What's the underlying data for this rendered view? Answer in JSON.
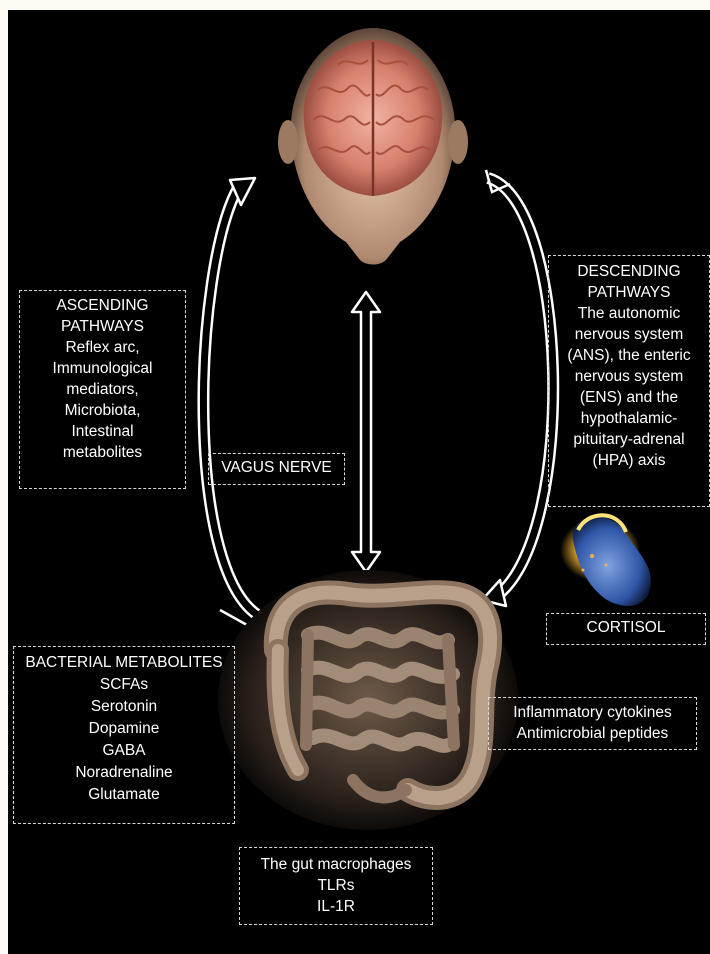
{
  "ascending": {
    "title_lines": [
      "ASCENDING",
      "PATHWAYS"
    ],
    "lines": [
      "Reflex arc,",
      "Immunological",
      "mediators,",
      "Microbiota,",
      "Intestinal",
      "metabolites"
    ]
  },
  "vagus": {
    "label": "VAGUS NERVE"
  },
  "descending": {
    "title_lines": [
      "DESCENDING",
      "PATHWAYS"
    ],
    "lines": [
      "The autonomic",
      "nervous system",
      "(ANS), the enteric",
      "nervous system",
      "(ENS) and the",
      "hypothalamic-",
      "pituitary-adrenal",
      "(HPA) axis"
    ]
  },
  "cortisol": {
    "label": "CORTISOL"
  },
  "bacterial": {
    "title": "BACTERIAL METABOLITES",
    "items": [
      "SCFAs",
      "Serotonin",
      "Dopamine",
      "GABA",
      "Noradrenaline",
      "Glutamate"
    ]
  },
  "inflammatory": {
    "items": [
      "Inflammatory cytokines",
      "Antimicrobial peptides"
    ]
  },
  "macrophages": {
    "items": [
      "The gut macrophages",
      "TLRs",
      "IL-1R"
    ]
  },
  "colors": {
    "background": "#000000",
    "text": "#ffffff",
    "dashed_border": "#d8d8d8",
    "brain": "#d98a7a",
    "head_skin": "#c8a58c",
    "intestine": "#a8907a",
    "adrenal_glow": "#f0c040",
    "kidney": "#3c64b4"
  },
  "icons": [
    "brain-head-illustration",
    "intestine-illustration",
    "adrenal-kidney-illustration"
  ]
}
